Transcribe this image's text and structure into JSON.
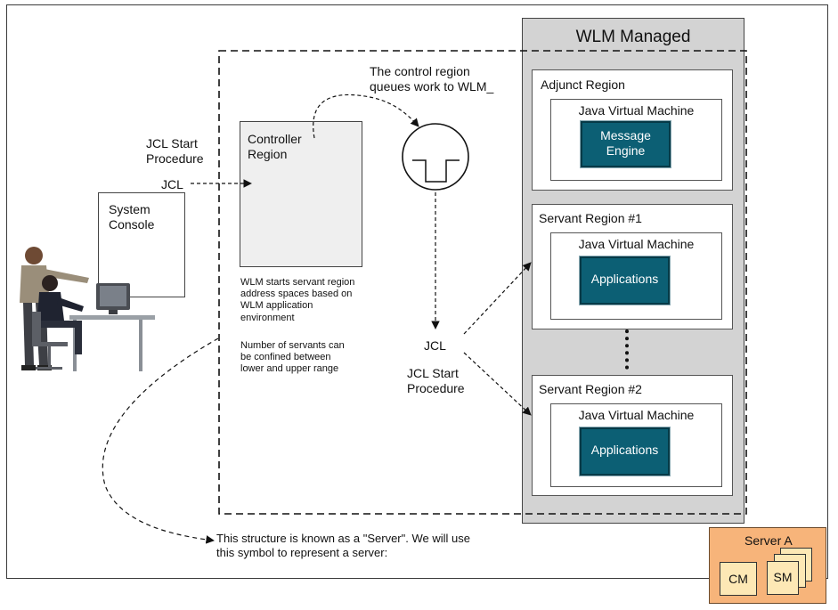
{
  "wlm_managed": {
    "title": "WLM Managed",
    "adjunct_region": {
      "title": "Adjunct Region",
      "jvm": "Java Virtual Machine",
      "engine": "Message\nEngine"
    },
    "servant_region_1": {
      "title": "Servant Region #1",
      "jvm": "Java Virtual Machine",
      "app": "Applications"
    },
    "servant_region_2": {
      "title": "Servant Region #2",
      "jvm": "Java Virtual Machine",
      "app": "Applications"
    }
  },
  "wlm_icon_label": "WLM",
  "control_queue_text": "The control region\nqueues work to WLM_",
  "controller_region": "Controller\nRegion",
  "system_console": "System\nConsole",
  "jcl_start_left": "JCL Start\nProcedure",
  "jcl_left": "JCL",
  "jcl_mid": "JCL",
  "jcl_start_mid": "JCL Start\nProcedure",
  "wlm_starts_note": "WLM starts servant region\naddress spaces based on\nWLM application\nenvironment",
  "servants_note": "Number of servants can\nbe confined between\nlower and upper range",
  "server_note": "This structure is known as a \"Server\". We will use\nthis symbol to represent a server:",
  "server_symbol": {
    "title": "Server A",
    "cm": "CM",
    "sm": "SM"
  },
  "colors": {
    "wlm_managed_bg": "#d3d3d3",
    "teal_box": "#0c5f74",
    "controller_bg": "#efefef",
    "server_symbol_bg": "#f7b47a",
    "server_inner_bg": "#fde8b5"
  }
}
